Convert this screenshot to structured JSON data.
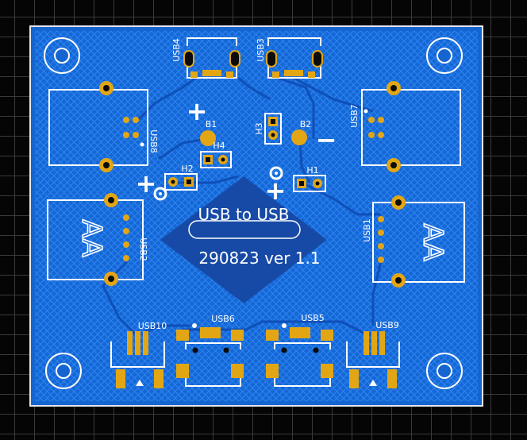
{
  "board": {
    "title": "USB to USB",
    "subtitle": "currentRanger",
    "version": "290823 ver 1.1"
  },
  "designators": {
    "usb1": "USB1",
    "usb2": "USB2",
    "usb3": "USB3",
    "usb4": "USB4",
    "usb5": "USB5",
    "usb6": "USB6",
    "usb7": "USB7",
    "usb8": "USB8",
    "usb9": "USB9",
    "usb10": "USB10",
    "h1": "H1",
    "h2": "H2",
    "h3": "H3",
    "h4": "H4",
    "b1": "B1",
    "b2": "B2"
  },
  "markings": {
    "plus": "+",
    "minus": "−",
    "type_a": "AA"
  },
  "colors": {
    "board": "#1565d1",
    "copper_pour": "#1a73e8",
    "pad": "#e2a615",
    "silkscreen": "#ffffff",
    "background": "#050505"
  }
}
